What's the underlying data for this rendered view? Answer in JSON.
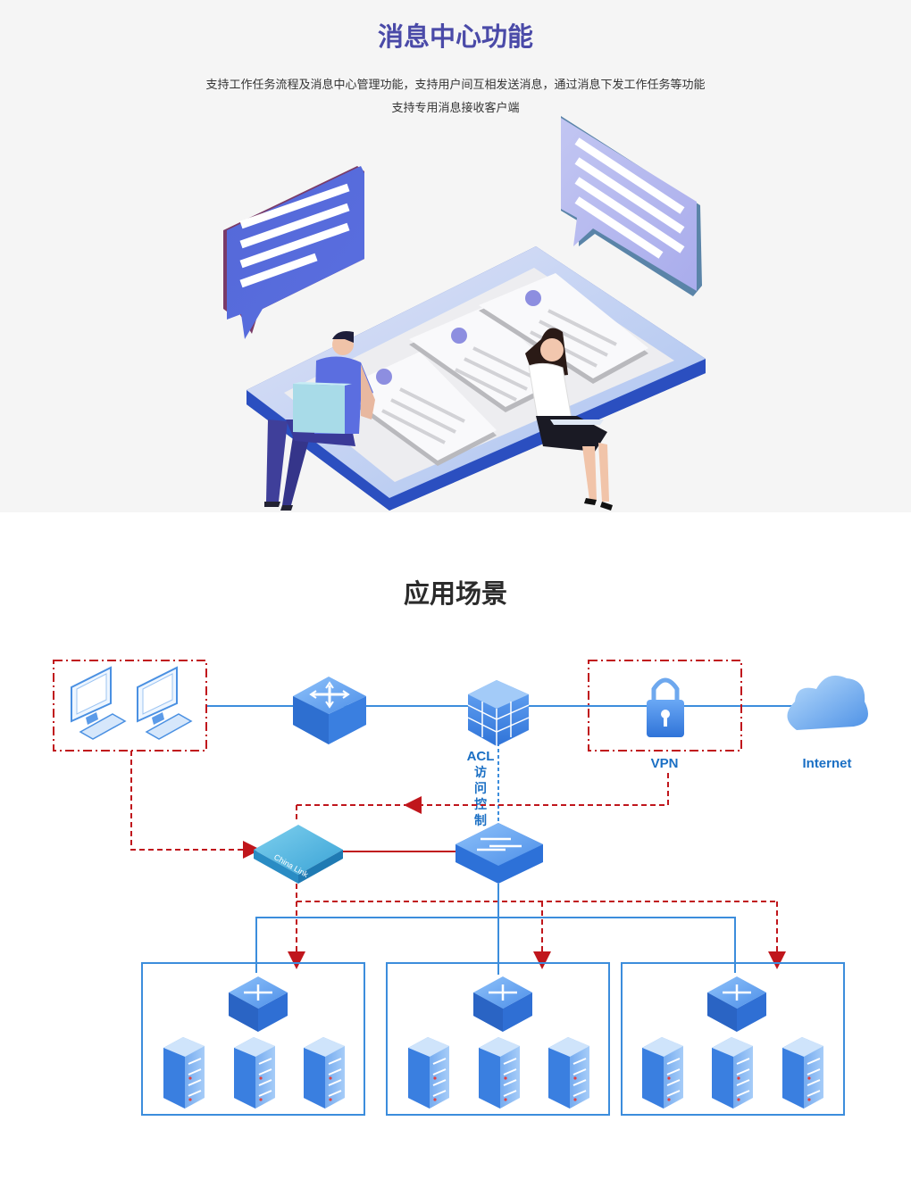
{
  "feature": {
    "title": "消息中心功能",
    "description_line1": "支持工作任务流程及消息中心管理功能，支持用户间互相发送消息，通过消息下发工作任务等功能",
    "description_line2": "支持专用消息接收客户端"
  },
  "scenario": {
    "title": "应用场景",
    "labels": {
      "acl": "ACL",
      "acl_sub": [
        "访",
        "问",
        "控",
        "制"
      ],
      "vpn": "VPN",
      "internet": "Internet",
      "china_link": "China Link"
    }
  },
  "colors": {
    "title_purple": "#4a4aa8",
    "line_blue": "#3c8ddc",
    "dashed_red": "#c0161c",
    "label_blue": "#1a6fc4"
  },
  "icons": [
    "chat-bubble-icon",
    "person-icon",
    "monitor-icon",
    "router-icon",
    "firewall-icon",
    "lock-icon",
    "cloud-icon",
    "gateway-icon",
    "switch-icon",
    "server-icon"
  ]
}
